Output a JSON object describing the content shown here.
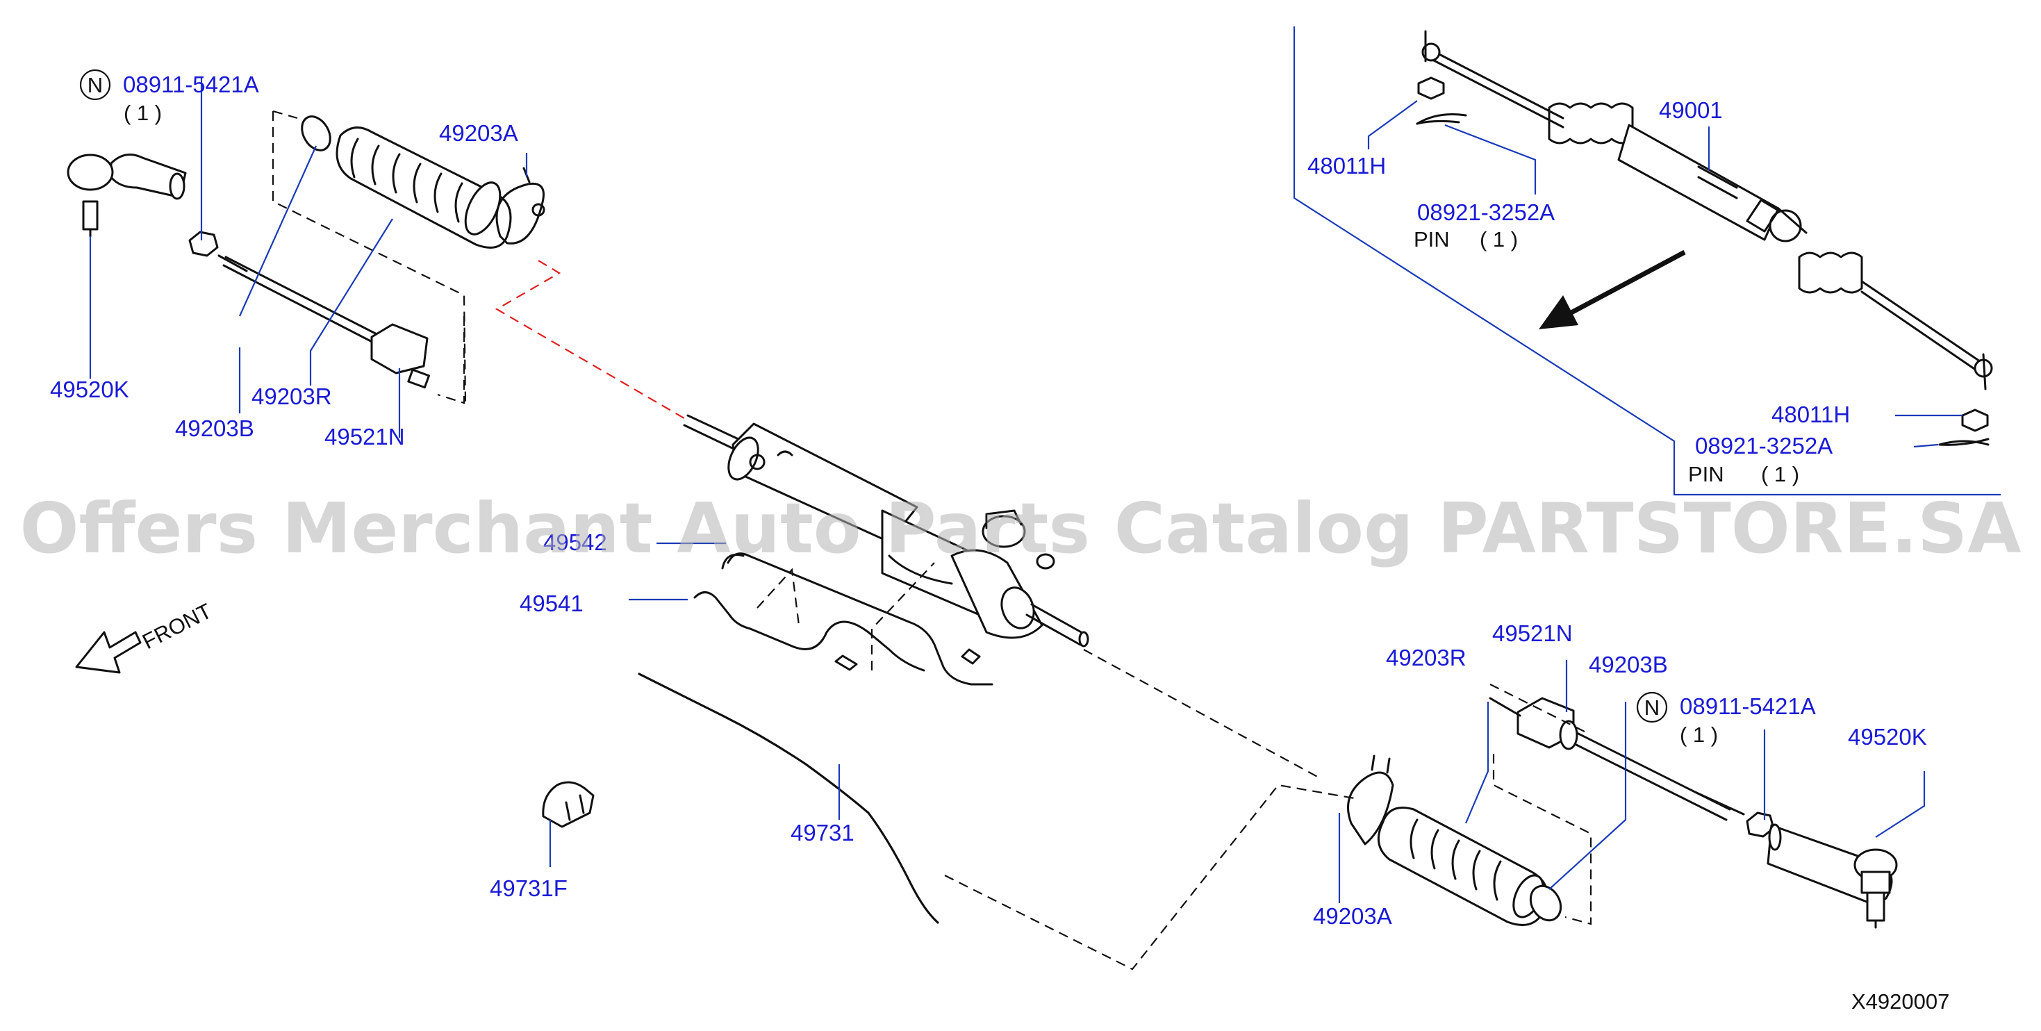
{
  "watermark": "Offers Merchant Auto Parts Catalog PARTSTORE.SA",
  "diagram_code": "X4920007",
  "front_label": "FRONT",
  "n_symbol": "N",
  "labels": {
    "left_nut_part": "08911-5421A",
    "left_nut_qty": "( 1 )",
    "left_boot_clamp": "49203A",
    "left_tie_rod_end": "49520K",
    "left_boot": "49203R",
    "left_band": "49203B",
    "left_inner_socket": "49521N",
    "tube_assy": "49542",
    "tube_assy_2": "49541",
    "hose": "49731",
    "clip": "49731F",
    "right_inner_socket": "49521N",
    "right_boot": "49203R",
    "right_band": "49203B",
    "right_nut_part": "08911-5421A",
    "right_nut_qty": "( 1 )",
    "right_tie_rod_end": "49520K",
    "right_boot_clamp": "49203A",
    "inset_gear_assy": "49001",
    "inset_nut_upper": "48011H",
    "inset_pin_upper": "08921-3252A",
    "inset_pin_upper_text": "PIN",
    "inset_pin_upper_qty": "( 1 )",
    "inset_nut_lower": "48011H",
    "inset_pin_lower": "08921-3252A",
    "inset_pin_lower_text": "PIN",
    "inset_pin_lower_qty": "( 1 )"
  }
}
